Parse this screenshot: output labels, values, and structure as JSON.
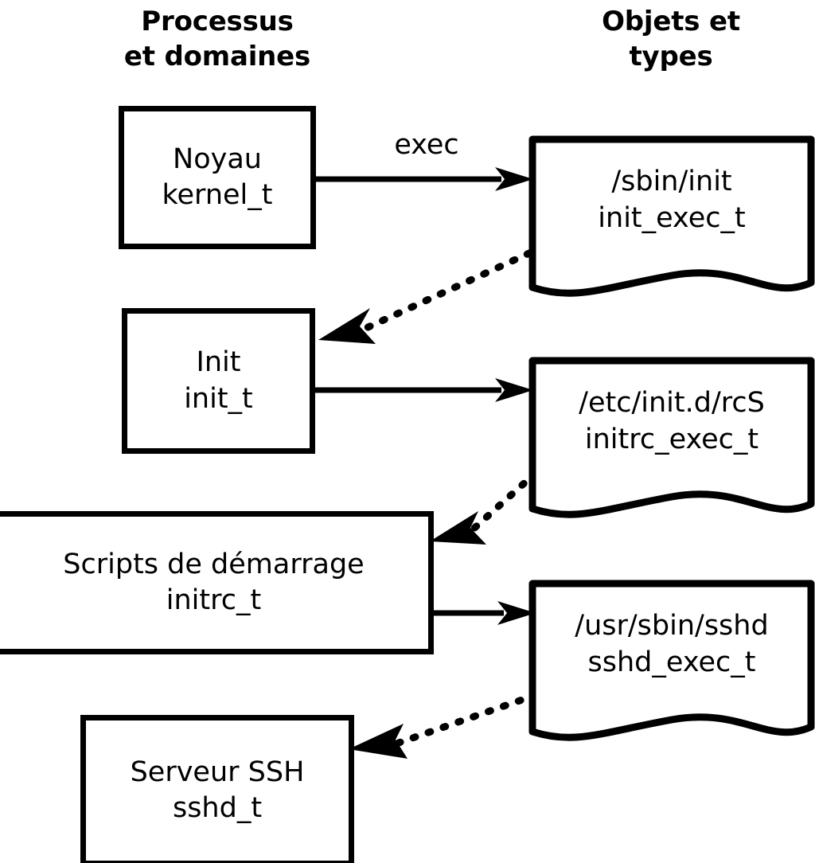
{
  "diagram": {
    "title_left": "Processus\net domaines",
    "title_right": "Objets et\ntypes"
  },
  "processes": [
    {
      "id": "kernel",
      "label": "Noyau\nkernel_t"
    },
    {
      "id": "init",
      "label": "Init\ninit_t"
    },
    {
      "id": "initrc",
      "label": "Scripts de démarrage\ninitrc_t"
    },
    {
      "id": "sshd",
      "label": "Serveur SSH\nsshd_t"
    }
  ],
  "objects": [
    {
      "id": "init_exec",
      "label": "/sbin/init\ninit_exec_t"
    },
    {
      "id": "initrc_exec",
      "label": "/etc/init.d/rcS\ninitrc_exec_t"
    },
    {
      "id": "sshd_exec",
      "label": "/usr/sbin/sshd\nsshd_exec_t"
    }
  ],
  "edges": [
    {
      "id": "kernel-exec-init_exec",
      "label": "exec",
      "style": "solid",
      "from": "kernel",
      "to": "init_exec"
    },
    {
      "id": "init_exec-transition-init",
      "label": "",
      "style": "dotted",
      "from": "init_exec",
      "to": "init"
    },
    {
      "id": "init-exec-initrc_exec",
      "label": "",
      "style": "solid",
      "from": "init",
      "to": "initrc_exec"
    },
    {
      "id": "initrc_exec-transition-initrc",
      "label": "",
      "style": "dotted",
      "from": "initrc_exec",
      "to": "initrc"
    },
    {
      "id": "initrc-exec-sshd_exec",
      "label": "",
      "style": "solid",
      "from": "initrc",
      "to": "sshd_exec"
    },
    {
      "id": "sshd_exec-transition-sshd",
      "label": "",
      "style": "dotted",
      "from": "sshd_exec",
      "to": "sshd"
    }
  ],
  "colors": {
    "stroke": "#000000",
    "background": "#ffffff",
    "text": "#000000"
  }
}
